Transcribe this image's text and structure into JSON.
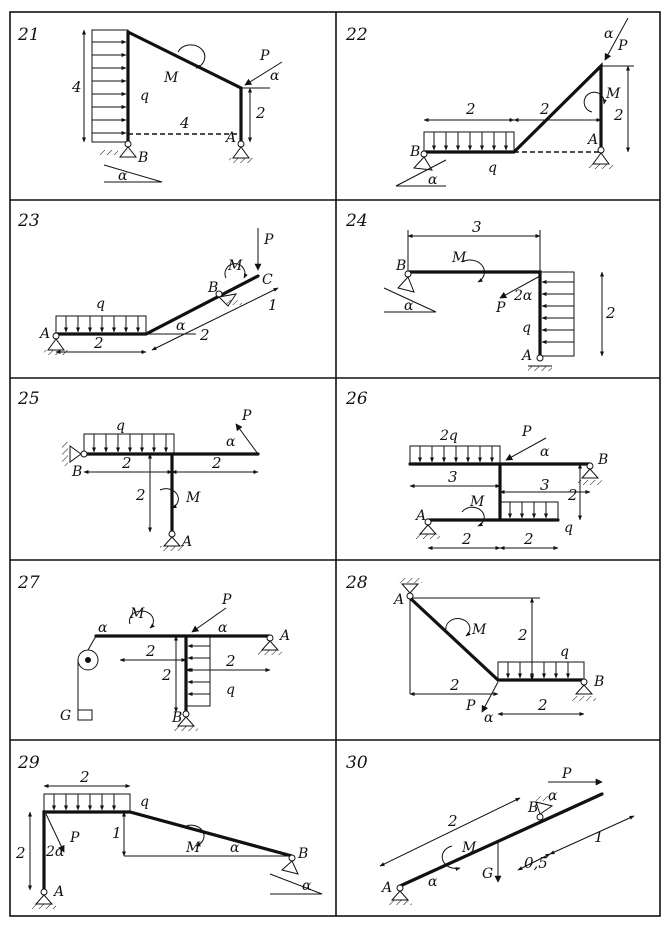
{
  "problems": [
    {
      "id": "21",
      "labels": {
        "q": "q",
        "M": "M",
        "P": "P",
        "alpha": "α",
        "alpha2": "α",
        "A": "A",
        "B": "B"
      },
      "dims": {
        "h": "4",
        "w": "4",
        "h2": "2"
      }
    },
    {
      "id": "22",
      "labels": {
        "q": "q",
        "M": "M",
        "P": "P",
        "alpha": "α",
        "alpha2": "α",
        "A": "A",
        "B": "B"
      },
      "dims": {
        "w1": "2",
        "w2": "2",
        "h": "2"
      }
    },
    {
      "id": "23",
      "labels": {
        "q": "q",
        "M": "M",
        "P": "P",
        "alpha": "α",
        "A": "A",
        "B": "B",
        "C": "C"
      },
      "dims": {
        "w": "2",
        "l": "2",
        "l2": "1"
      }
    },
    {
      "id": "24",
      "labels": {
        "q": "q",
        "M": "M",
        "P": "P",
        "alpha": "α",
        "twoalpha": "2α",
        "A": "A",
        "B": "B"
      },
      "dims": {
        "w": "3",
        "h": "2"
      }
    },
    {
      "id": "25",
      "labels": {
        "q": "q",
        "M": "M",
        "P": "P",
        "alpha": "α",
        "A": "A",
        "B": "B"
      },
      "dims": {
        "w1": "2",
        "w2": "2",
        "h": "2"
      }
    },
    {
      "id": "26",
      "labels": {
        "q": "q",
        "q2": "2q",
        "M": "M",
        "P": "P",
        "alpha": "α",
        "A": "A",
        "B": "B"
      },
      "dims": {
        "w1": "3",
        "w2": "3",
        "h": "2",
        "b1": "2",
        "b2": "2"
      }
    },
    {
      "id": "27",
      "labels": {
        "q": "q",
        "M": "M",
        "P": "P",
        "G": "G",
        "alpha": "α",
        "alpha2": "α",
        "A": "A",
        "B": "B"
      },
      "dims": {
        "w1": "2",
        "w2": "2",
        "h": "2"
      }
    },
    {
      "id": "28",
      "labels": {
        "q": "q",
        "M": "M",
        "P": "P",
        "alpha": "α",
        "A": "A",
        "B": "B"
      },
      "dims": {
        "h": "2",
        "w1": "2",
        "w2": "2"
      }
    },
    {
      "id": "29",
      "labels": {
        "q": "q",
        "M": "M",
        "P": "P",
        "alpha": "α",
        "alpha2": "α",
        "twoalpha": "2α",
        "A": "A",
        "B": "B"
      },
      "dims": {
        "w": "2",
        "h": "2",
        "h1": "1"
      }
    },
    {
      "id": "30",
      "labels": {
        "M": "M",
        "P": "P",
        "G": "G",
        "alpha": "α",
        "alpha2": "α",
        "A": "A",
        "B": "B"
      },
      "dims": {
        "l": "2",
        "l1": "0,5",
        "l2": "1"
      }
    }
  ]
}
